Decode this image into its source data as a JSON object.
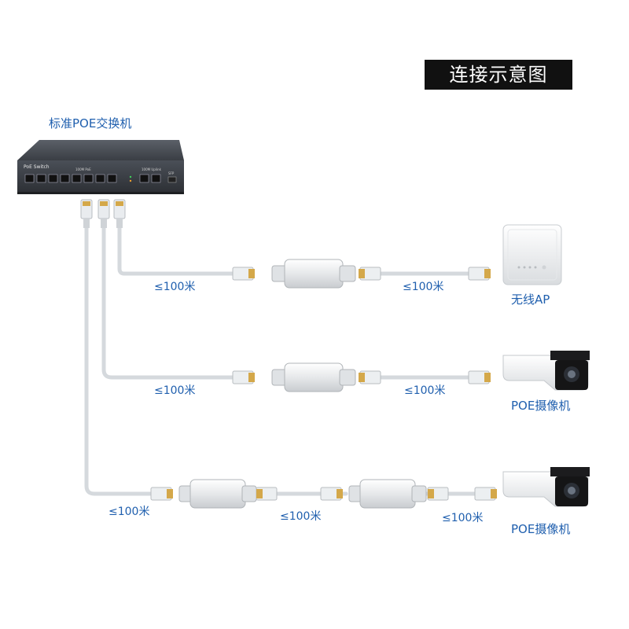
{
  "title": "连接示意图",
  "switch": {
    "label": "标准POE交换机",
    "brand": "PoE Switch",
    "port_group_label": "100M PoE",
    "uplink_label": "100M Uplink",
    "sfp_label": "SFP"
  },
  "devices": [
    {
      "label": "无线AP",
      "icon": "wireless-ap-icon"
    },
    {
      "label": "POE摄像机",
      "icon": "bullet-camera-icon"
    },
    {
      "label": "POE摄像机",
      "icon": "bullet-camera-icon"
    }
  ],
  "distances": {
    "row1_a": "≤100米",
    "row1_b": "≤100米",
    "row2_a": "≤100米",
    "row2_b": "≤100米",
    "row3_a": "≤100米",
    "row3_b": "≤100米",
    "row3_c": "≤100米"
  },
  "colors": {
    "label_blue": "#1f5fae",
    "title_bg": "#111111",
    "cable": "#d8dce0"
  }
}
